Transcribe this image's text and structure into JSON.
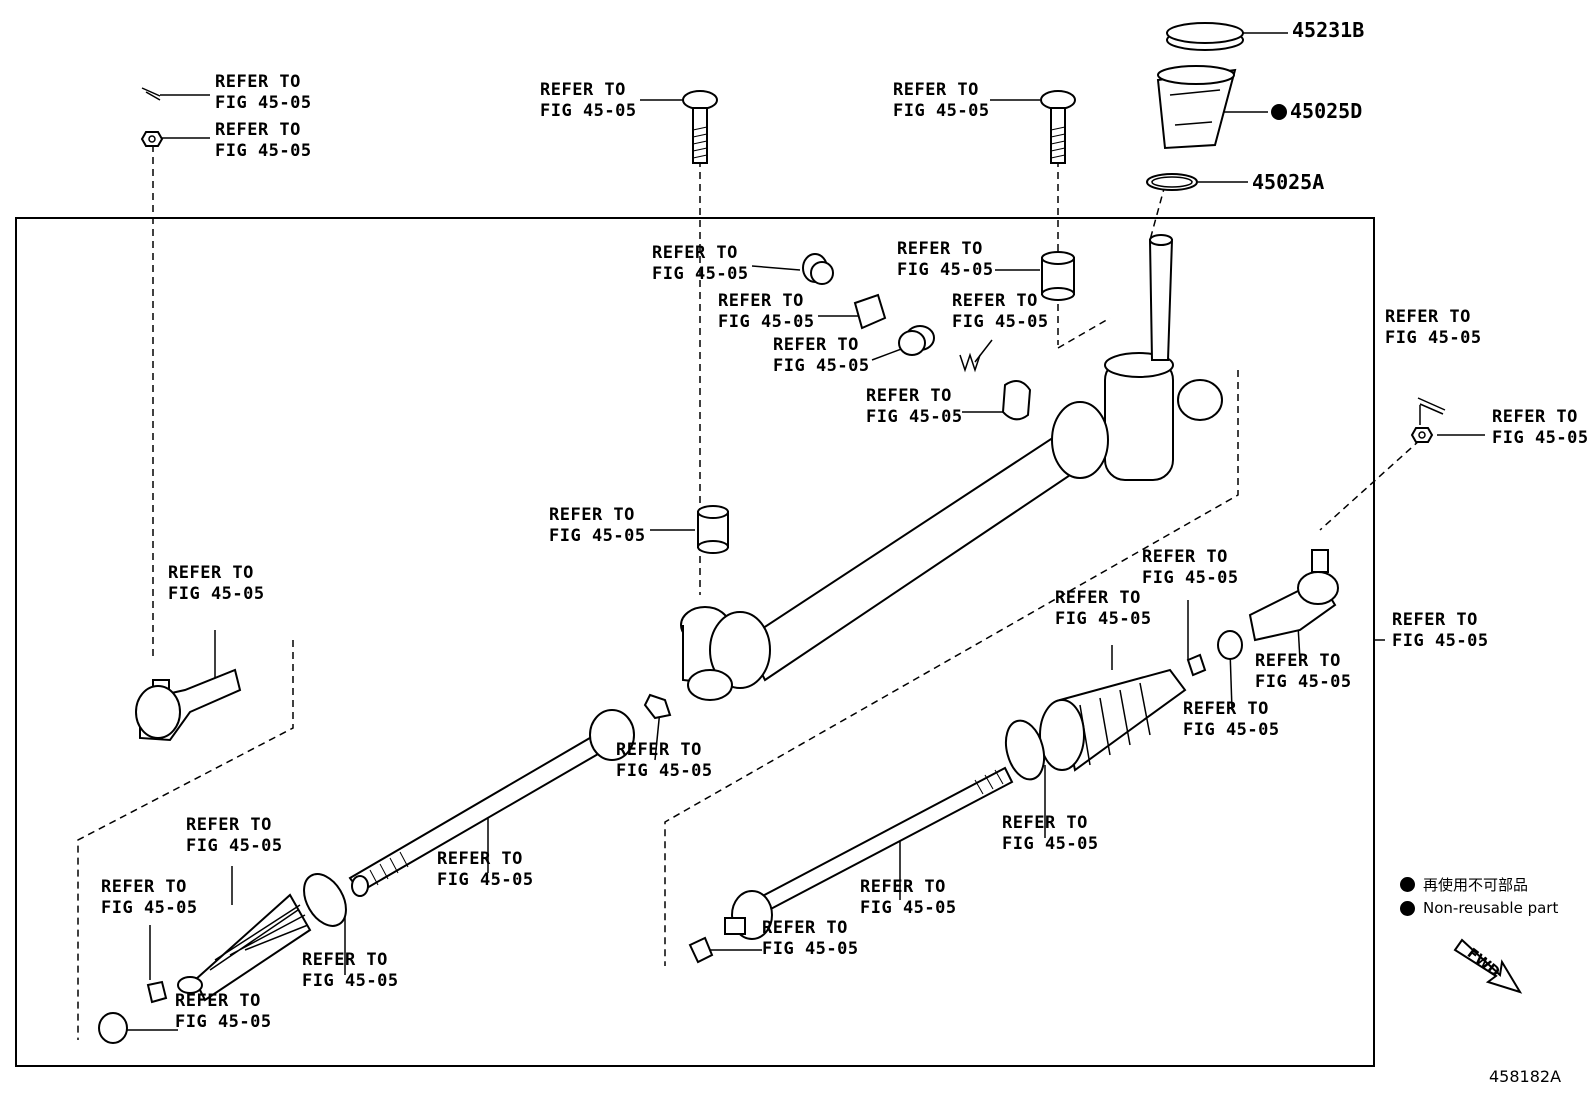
{
  "parts": {
    "p45231B": "45231B",
    "p45025D": "45025D",
    "p45025A": "45025A"
  },
  "refs": {
    "line1": "REFER TO",
    "line2": "FIG 45-05"
  },
  "legend": {
    "jp": "再使用不可部品",
    "en": "Non-reusable part"
  },
  "fwd": "FWD",
  "figure_number": "458182A"
}
